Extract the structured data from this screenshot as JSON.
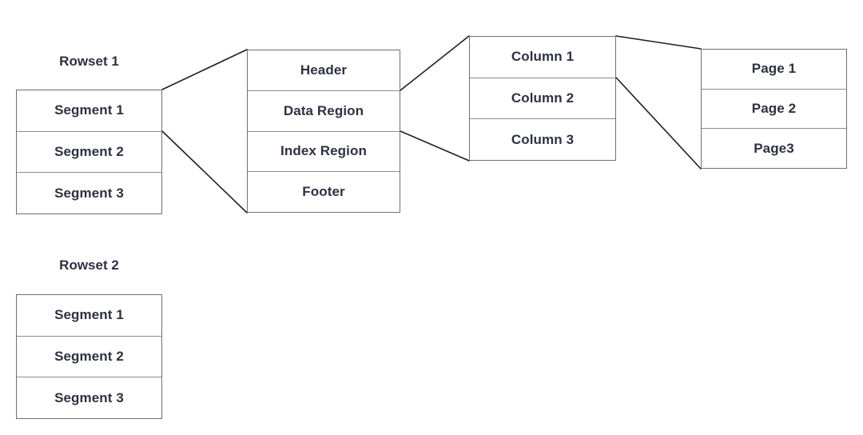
{
  "diagram": {
    "background_color": "#ffffff",
    "box_border_color": "#6f6f6f",
    "connector_color": "#1f1f1f",
    "text_color": "#2d3142"
  },
  "rowset1": {
    "title": "Rowset 1",
    "segments": [
      "Segment 1",
      "Segment 2",
      "Segment 3"
    ]
  },
  "page_regions": {
    "rows": [
      "Header",
      "Data Region",
      "Index Region",
      "Footer"
    ]
  },
  "columns": {
    "rows": [
      "Column 1",
      "Column 2",
      "Column 3"
    ]
  },
  "pages": {
    "rows": [
      "Page 1",
      "Page 2",
      "Page3"
    ]
  },
  "rowset2": {
    "title": "Rowset 2",
    "segments": [
      "Segment 1",
      "Segment 2",
      "Segment 3"
    ]
  },
  "connections": [
    {
      "from": "Rowset 1 / Segment 1",
      "to": "page regions box (Header, Data Region, Index Region, Footer)"
    },
    {
      "from": "Data Region",
      "to": "columns box (Column 1, Column 2, Column 3)"
    },
    {
      "from": "Column 1",
      "to": "pages box (Page 1, Page 2, Page3)"
    }
  ]
}
